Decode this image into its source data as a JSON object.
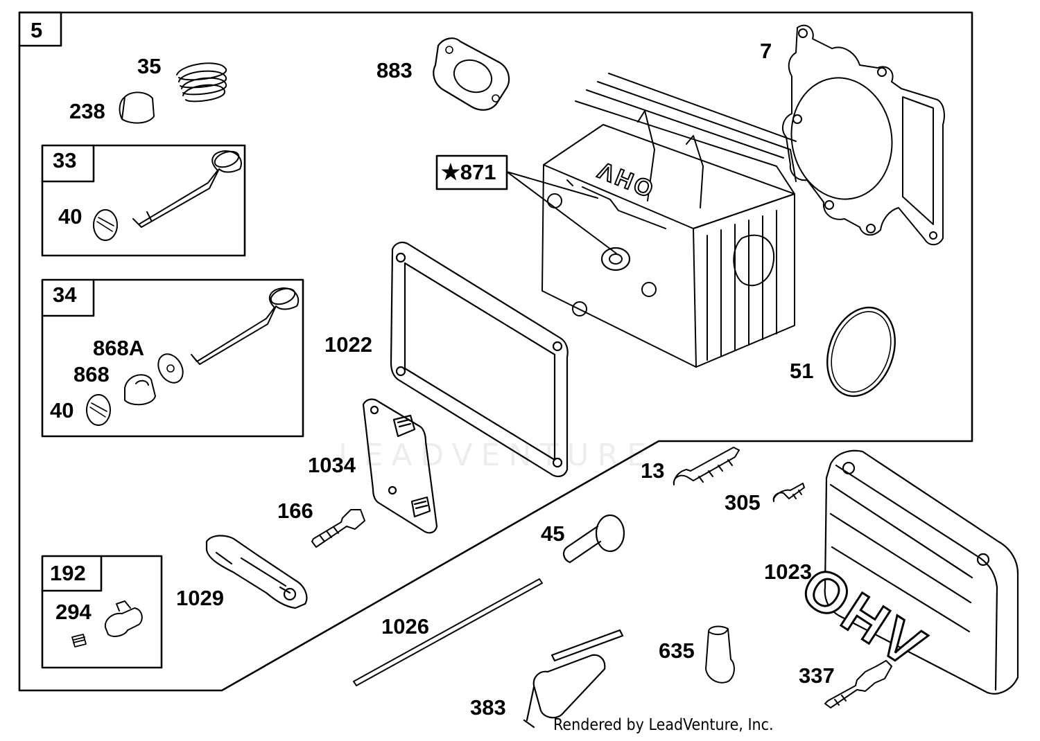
{
  "diagram": {
    "assembly_box_label": "5",
    "subassembly_boxes": [
      {
        "id": "33",
        "label": "33"
      },
      {
        "id": "34",
        "label": "34"
      },
      {
        "id": "192",
        "label": "192"
      }
    ],
    "featured_callout": {
      "star": "★",
      "number": "871"
    },
    "part_labels": {
      "p35": "35",
      "p238": "238",
      "p40a": "40",
      "p868A": "868A",
      "p868": "868",
      "p40b": "40",
      "p294": "294",
      "p883": "883",
      "p7": "7",
      "p1022": "1022",
      "p51": "51",
      "p1034": "1034",
      "p166": "166",
      "p1029": "1029",
      "p13": "13",
      "p305": "305",
      "p45": "45",
      "p1023": "1023",
      "p1026": "1026",
      "p635": "635",
      "p337": "337",
      "p383": "383"
    },
    "embossed_text": {
      "cover": "OHV",
      "head": "OHV"
    },
    "watermark": "LEADVENTURE",
    "credit": "Rendered by LeadVenture, Inc."
  }
}
